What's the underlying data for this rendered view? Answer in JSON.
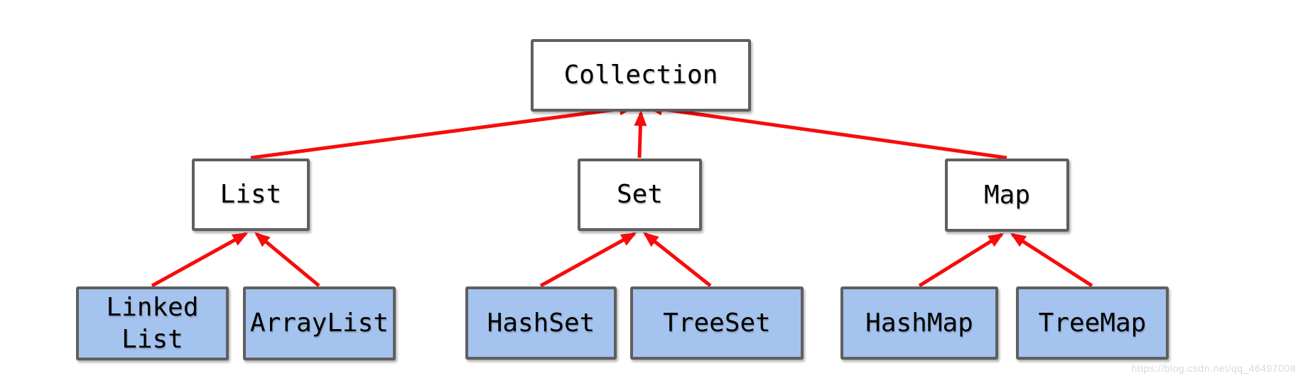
{
  "diagram": {
    "type": "hierarchy",
    "nodes": {
      "collection": {
        "label": "Collection",
        "kind": "interface"
      },
      "list": {
        "label": "List",
        "kind": "interface"
      },
      "set": {
        "label": "Set",
        "kind": "interface"
      },
      "map": {
        "label": "Map",
        "kind": "interface"
      },
      "linkedlist": {
        "label": "Linked List",
        "kind": "implementation"
      },
      "arraylist": {
        "label": "ArrayList",
        "kind": "implementation"
      },
      "hashset": {
        "label": "HashSet",
        "kind": "implementation"
      },
      "treeset": {
        "label": "TreeSet",
        "kind": "implementation"
      },
      "hashmap": {
        "label": "HashMap",
        "kind": "implementation"
      },
      "treemap": {
        "label": "TreeMap",
        "kind": "implementation"
      }
    },
    "edges": [
      {
        "from": "List",
        "to": "Collection"
      },
      {
        "from": "Set",
        "to": "Collection"
      },
      {
        "from": "Map",
        "to": "Collection"
      },
      {
        "from": "Linked List",
        "to": "List"
      },
      {
        "from": "ArrayList",
        "to": "List"
      },
      {
        "from": "HashSet",
        "to": "Set"
      },
      {
        "from": "TreeSet",
        "to": "Set"
      },
      {
        "from": "HashMap",
        "to": "Map"
      },
      {
        "from": "TreeMap",
        "to": "Map"
      }
    ],
    "colors": {
      "arrow": "#f70c0c",
      "leaf_fill": "#a4c3ee",
      "box_fill": "#ffffff",
      "border": "#5f5f5f",
      "text": "#000000"
    }
  },
  "watermark": {
    "text": "https://blog.csdn.net/qq_46497008"
  }
}
